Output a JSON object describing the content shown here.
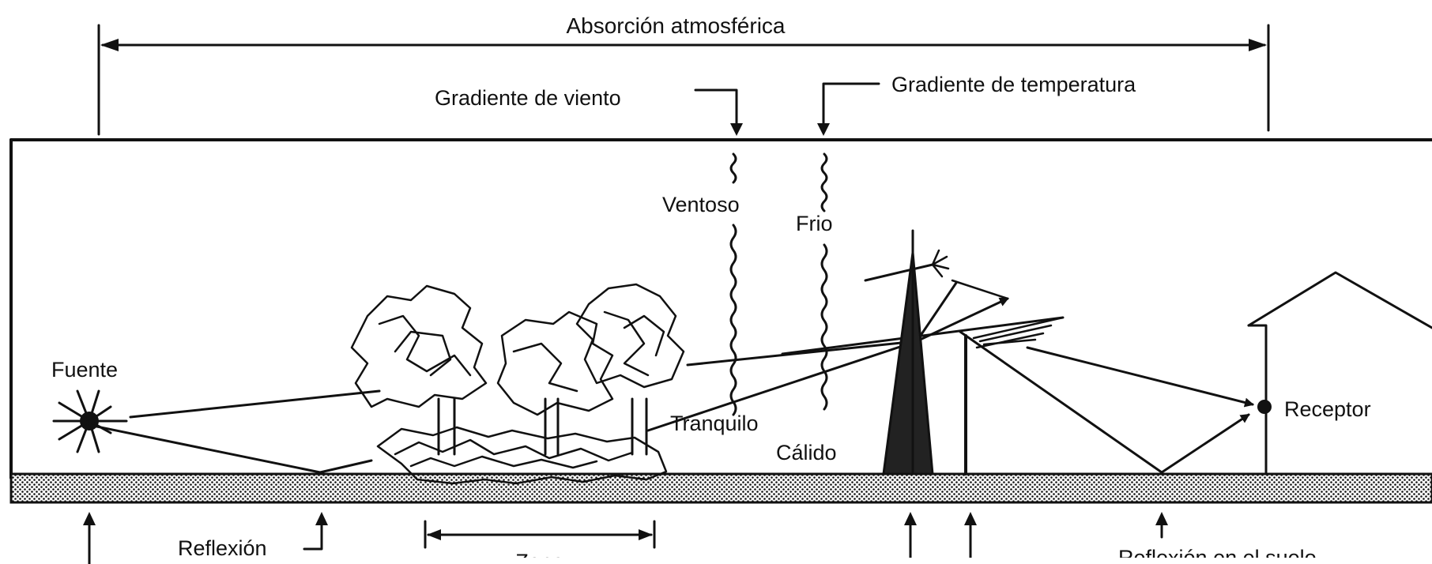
{
  "labels": {
    "absorption": "Absorción atmosférica",
    "wind_gradient": "Gradiente de viento",
    "temperature_gradient": "Gradiente de temperatura",
    "windy": "Ventoso",
    "cold": "Frio",
    "calm": "Tranquilo",
    "warm": "Cálido",
    "source": "Fuente",
    "receiver": "Receptor",
    "reflection_left": "Reflexión",
    "zone": "Zona",
    "reflection_ground": "Reflexión en el suelo"
  }
}
